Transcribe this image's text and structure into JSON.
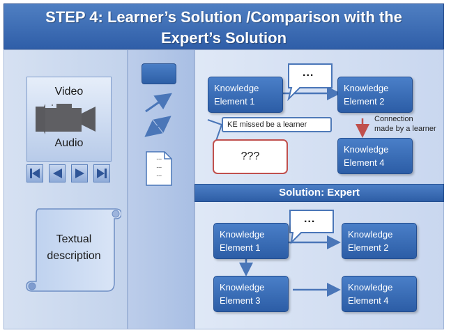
{
  "title": {
    "line1": "STEP 4: Learner’s Solution /Comparison with the",
    "line2": "Expert’s Solution"
  },
  "media": {
    "video_label": "Video",
    "audio_label": "Audio",
    "camera_icon": "video-camera-icon",
    "controls": [
      "skip-back-icon",
      "rewind-icon",
      "play-icon",
      "skip-forward-icon"
    ]
  },
  "scroll": {
    "line1": "Textual",
    "line2": "description"
  },
  "tools": {
    "doc_dots": [
      "...",
      "...",
      "..."
    ]
  },
  "learner": {
    "callout": "...",
    "ke1": [
      "Knowledge",
      "Element 1"
    ],
    "ke2": [
      "Knowledge",
      "Element 2"
    ],
    "ke4": [
      "Knowledge",
      "Element 4"
    ],
    "missed_label": "KE missed be a learner",
    "unknown": "???",
    "connection_line1": "Connection",
    "connection_line2": "made by a learner"
  },
  "expert": {
    "header": "Solution: Expert",
    "callout": "...",
    "ke1": [
      "Knowledge",
      "Element 1"
    ],
    "ke2": [
      "Knowledge",
      "Element 2"
    ],
    "ke3": [
      "Knowledge",
      "Element 3"
    ],
    "ke4": [
      "Knowledge",
      "Element 4"
    ]
  },
  "colors": {
    "banner": "#3a6bb5",
    "element_fill": "#3568b3",
    "arrow": "#4a76b8",
    "learner_connection": "#c0504d",
    "unknown_border": "#c0504d"
  }
}
